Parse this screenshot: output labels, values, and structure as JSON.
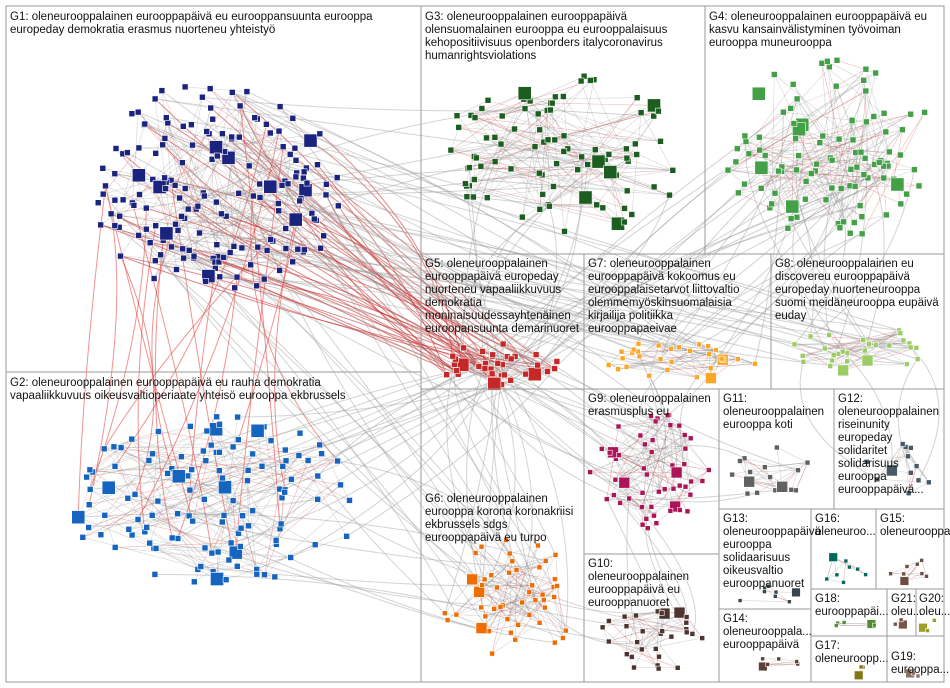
{
  "groups": [
    {
      "id": "G1",
      "label": "G1: oleneurooppalainen eurooppapäivä eu eurooppansuunta eurooppa",
      "lines": [
        "G1: oleneurooppalainen eurooppapäivä eu eurooppansuunta eurooppa",
        "europeday demokratia erasmus nuorteneu yhteistyö"
      ],
      "color": "#1a237e"
    },
    {
      "id": "G2",
      "lines": [
        "G2: oleneurooppalainen eurooppapäivä eu rauha demokratia",
        "vapaaliikkuvuus oikeusvaltioperiaate yhteisö eurooppa ekbrussels"
      ],
      "color": "#1565c0"
    },
    {
      "id": "G3",
      "lines": [
        "G3: oleneurooppalainen eurooppapäivä",
        "olensuomalainen eurooppa eu eurooppalaisuus",
        "kehopositiivisuus openborders italycoronavirus",
        "humanrightsviolations"
      ],
      "color": "#1b5e20"
    },
    {
      "id": "G4",
      "lines": [
        "G4: oleneurooppalainen eurooppapäivä eu",
        "kasvu kansainvälistyminen työvoiman",
        "eurooppa muneurooppa"
      ],
      "color": "#43a047"
    },
    {
      "id": "G5",
      "lines": [
        "G5: oleneurooppalainen",
        "eurooppapäivä europeday",
        "nuorteneu vapaaliikkuvuus",
        "demokratia",
        "moninaisuudessayhtenäinen",
        "euroopansuunta demarinuoret"
      ],
      "color": "#c62828"
    },
    {
      "id": "G6",
      "lines": [
        "G6: oleneurooppalainen",
        "eurooppa korona koronakriisi",
        "ekbrussels sdgs",
        "eurooppapäivä eu turpo"
      ],
      "color": "#ef6c00"
    },
    {
      "id": "G7",
      "lines": [
        "G7: oleneurooppalainen",
        "eurooppapäivä kokoomus eu",
        "eurooppalaisetarvot liittovaltio",
        "olemmemyöskinsuomalaisia",
        "kirjailija politiikka",
        "eurooppapaeivae"
      ],
      "color": "#f9a825"
    },
    {
      "id": "G8",
      "lines": [
        "G8: oleneurooppalainen eu",
        "discovereu eurooppapäivä",
        "europeday nuorteneurooppa",
        "suomi meidäneurooppa eupäivä",
        "euday"
      ],
      "color": "#9ccc65"
    },
    {
      "id": "G9",
      "lines": [
        "G9: oleneurooppalainen",
        "erasmusplus eu"
      ],
      "color": "#ad1457"
    },
    {
      "id": "G10",
      "lines": [
        "G10:",
        "oleneurooppalainen",
        "eurooppapäivä eu",
        "eurooppanuoret"
      ],
      "color": "#4e342e"
    },
    {
      "id": "G11",
      "lines": [
        "G11:",
        "oleneurooppalainen",
        "eurooppa koti"
      ],
      "color": "#616161"
    },
    {
      "id": "G12",
      "lines": [
        "G12:",
        "oleneurooppalainen",
        "riseinunity",
        "europeday",
        "solidaritet",
        "solidarisuus",
        "eurooppa",
        "eurooppapäivä..."
      ],
      "color": "#455a64"
    },
    {
      "id": "G13",
      "lines": [
        "G13:",
        "oleneurooppapäivä",
        "eurooppa",
        "solidaarisuus",
        "oikeusvaltio",
        "eurooppanuoret"
      ],
      "color": "#37474f"
    },
    {
      "id": "G14",
      "lines": [
        "G14:",
        "oleneurooppala...",
        "eurooppapäivä"
      ],
      "color": "#5d4037"
    },
    {
      "id": "G15",
      "lines": [
        "G15:",
        "oleneurooppa..."
      ],
      "color": "#6d4c41"
    },
    {
      "id": "G16",
      "lines": [
        "G16:",
        "oleneuroo..."
      ],
      "color": "#00695c"
    },
    {
      "id": "G17",
      "lines": [
        "G17:",
        "oleneuroopp..."
      ],
      "color": "#827717"
    },
    {
      "id": "G18",
      "lines": [
        "G18:",
        "eurooppapäi..."
      ],
      "color": "#558b2f"
    },
    {
      "id": "G19",
      "lines": [
        "G19:",
        "eurooppa..."
      ],
      "color": "#8d6e63"
    },
    {
      "id": "G20",
      "lines": [
        "G20:",
        "oleu..."
      ],
      "color": "#9e9d24"
    },
    {
      "id": "G21",
      "lines": [
        "G21:",
        "oleu..."
      ],
      "color": "#795548"
    }
  ]
}
